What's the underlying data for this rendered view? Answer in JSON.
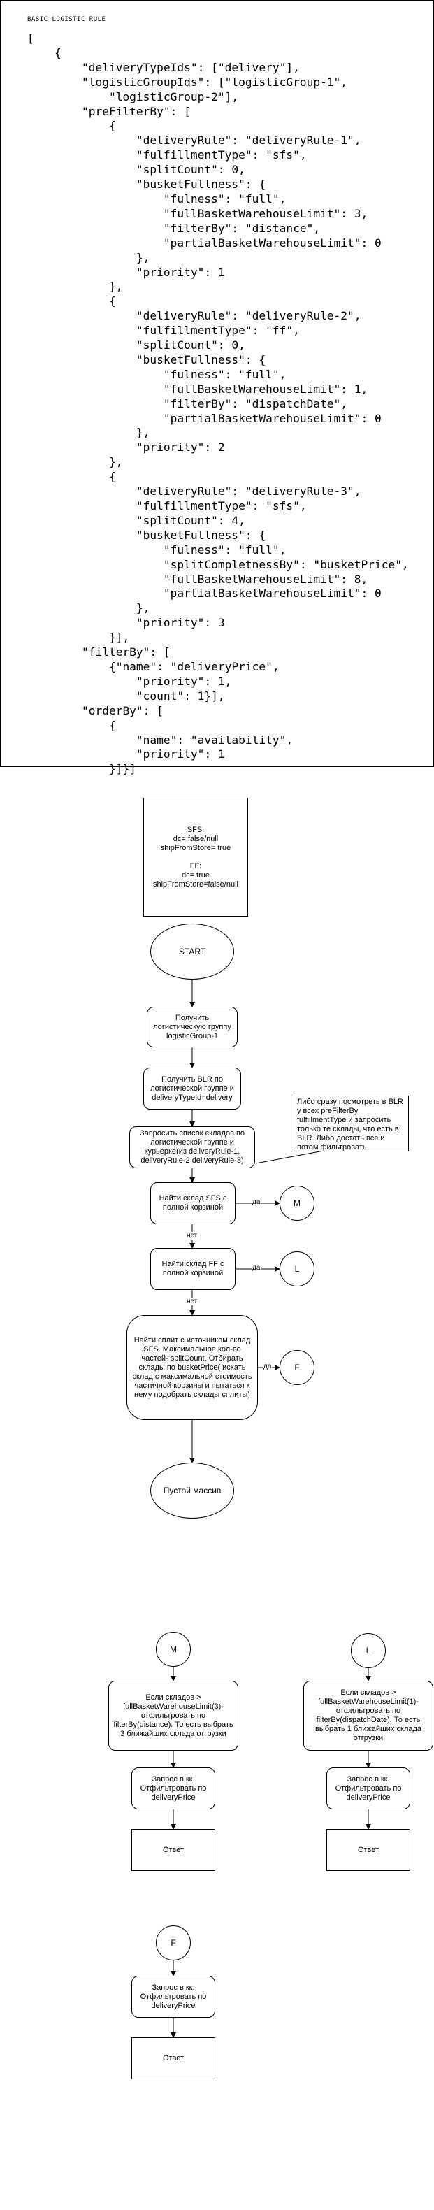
{
  "code_panel": {
    "caption": "BASIC LOGISTIC RULE",
    "code": "[\n    {\n        \"deliveryTypeIds\": [\"delivery\"],\n        \"logisticGroupIds\": [\"logisticGroup-1\",\n            \"logisticGroup-2\"],\n        \"preFilterBy\": [\n            {\n                \"deliveryRule\": \"deliveryRule-1\",\n                \"fulfillmentType\": \"sfs\",\n                \"splitCount\": 0,\n                \"busketFullness\": {\n                    \"fulness\": \"full\",\n                    \"fullBasketWarehouseLimit\": 3,\n                    \"filterBy\": \"distance\",\n                    \"partialBasketWarehouseLimit\": 0\n                },\n                \"priority\": 1\n            },\n            {\n                \"deliveryRule\": \"deliveryRule-2\",\n                \"fulfillmentType\": \"ff\",\n                \"splitCount\": 0,\n                \"busketFullness\": {\n                    \"fulness\": \"full\",\n                    \"fullBasketWarehouseLimit\": 1,\n                    \"filterBy\": \"dispatchDate\",\n                    \"partialBasketWarehouseLimit\": 0\n                },\n                \"priority\": 2\n            },\n            {\n                \"deliveryRule\": \"deliveryRule-3\",\n                \"fulfillmentType\": \"sfs\",\n                \"splitCount\": 4,\n                \"busketFullness\": {\n                    \"fulness\": \"full\",\n                    \"splitCompletnessBy\": \"busketPrice\",\n                    \"fullBasketWarehouseLimit\": 8,\n                    \"partialBasketWarehouseLimit\": 0\n                },\n                \"priority\": 3\n            }],\n        \"filterBy\": [\n            {\"name\": \"deliveryPrice\",\n                \"priority\": 1,\n                \"count\": 1}],\n        \"orderBy\": [\n            {\n                \"name\": \"availability\",\n                \"priority\": 1\n            }]}]"
  },
  "legend": {
    "text": "SFS:\ndc= false/null\nshipFromStore= true\n\nFF:\ndc= true\nshipFromStore=false/null"
  },
  "flow": {
    "start": "START",
    "get_group": "Получить логистическую группу logisticGroup-1",
    "get_blr": "Получить BLR по логистической группе и deliveryTypeId=delivery",
    "request_warehouses": "Запросить список складов по логистической группе и курьерке(из deliveryRule-1, deliveryRule-2 deliveryRule-3)",
    "note": "Либо сразу посмотреть в BLR у всех preFilterBy fulfillmentType и запросить только те склады, что есть в BLR. Либо достать все и потом фильтровать",
    "find_sfs": "Найти склад SFS с полной корзиной",
    "find_ff": "Найти склад FF с полной корзиной",
    "find_split": "Найти сплит с источником склад SFS. Максимальное кол-во частей- splitCount. Отбирать склады по busketPrice( искать склад с максимальной стоимость частичной корзины и пытаться к нему подобрать склады сплиты)",
    "empty": "Пустой массив",
    "connector_m": "M",
    "connector_l": "L",
    "connector_f": "F",
    "label_yes": "да",
    "label_no": "нет"
  },
  "branch_m": {
    "connector": "M",
    "step": "Если складов > fullBasketWarehouseLimit(3)- отфильтровать по filterBy(distance). То есть выбрать 3 ближайших склада отгрузки",
    "request": "Запрос в кк. Отфильтровать по deliveryPrice",
    "answer": "Ответ"
  },
  "branch_l": {
    "connector": "L",
    "step": "Если складов > fullBasketWarehouseLimit(1)- отфильтровать по filterBy(dispatchDate). То есть выбрать 1 ближайших склада отгрузки",
    "request": "Запрос в кк. Отфильтровать по deliveryPrice",
    "answer": "Ответ"
  },
  "branch_f": {
    "connector": "F",
    "request": "Запрос в кк. Отфильтровать по deliveryPrice",
    "answer": "Ответ"
  }
}
